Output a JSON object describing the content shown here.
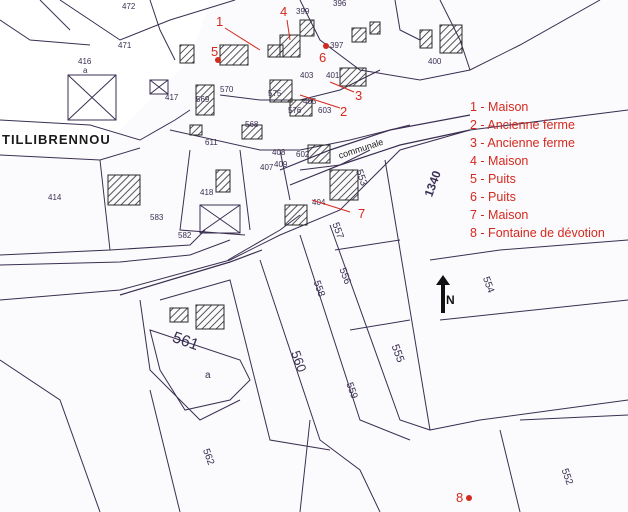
{
  "map": {
    "place_name": "TILLIBRENNOU",
    "road_label": "communale",
    "parcel_numbers": [
      "472",
      "471",
      "416",
      "a",
      "417",
      "569",
      "570",
      "611",
      "568",
      "414",
      "583",
      "418",
      "582",
      "575",
      "576",
      "603",
      "602",
      "407",
      "408",
      "409",
      "404",
      "405",
      "401",
      "403",
      "399",
      "397",
      "396",
      "400",
      "561",
      "560",
      "558",
      "559",
      "556",
      "555",
      "554",
      "553",
      "552",
      "557",
      "562",
      "1340"
    ],
    "points": [
      {
        "number": "1"
      },
      {
        "number": "2"
      },
      {
        "number": "3"
      },
      {
        "number": "4"
      },
      {
        "number": "5"
      },
      {
        "number": "6"
      },
      {
        "number": "7"
      },
      {
        "number": "8"
      }
    ]
  },
  "legend": {
    "items": [
      "1 - Maison",
      "2 - Ancienne ferme",
      "3 - Ancienne ferme",
      "4 - Maison",
      "5 - Puits",
      "6 - Puits",
      "7 - Maison",
      "8 - Fontaine de dévotion"
    ]
  },
  "north_arrow": {
    "label": "N"
  },
  "colors": {
    "marker_red": "#d42a1e",
    "plan_ink": "#3a2f52",
    "hatch": "#2a2a2a",
    "paper": "#fbfafc"
  }
}
